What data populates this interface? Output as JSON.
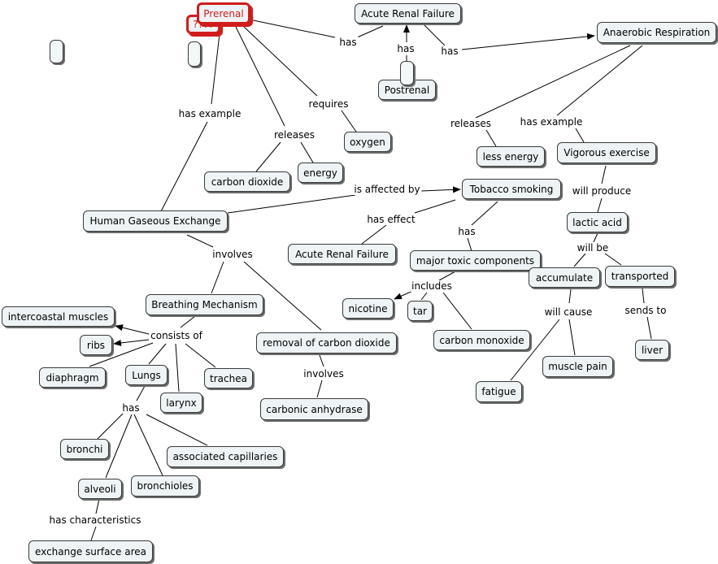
{
  "nodes": {
    "prerenal": "Prerenal",
    "unknown": "????",
    "empty_left": "",
    "empty_small": "",
    "acute_renal_failure_top": "Acute Renal Failure",
    "anaerobic_respiration": "Anaerobic Respiration",
    "postrenal": "Postrenal",
    "postrenal_overlay": "",
    "oxygen": "oxygen",
    "carbon_dioxide": "carbon dioxide",
    "energy": "energy",
    "less_energy": "less energy",
    "vigorous_exercise": "Vigorous exercise",
    "tobacco_smoking": "Tobacco smoking",
    "human_gaseous_exchange": "Human Gaseous Exchange",
    "lactic_acid": "lactic acid",
    "acute_renal_failure_mid": "Acute Renal Failure",
    "major_toxic_components": "major toxic components",
    "accumulate": "accumulate",
    "transported": "transported",
    "breathing_mechanism": "Breathing Mechanism",
    "nicotine": "nicotine",
    "tar": "tar",
    "intercoastal_muscles": "intercoastal muscles",
    "ribs": "ribs",
    "removal_of_carbon_dioxide": "removal of carbon dioxide",
    "carbon_monoxide": "carbon monoxide",
    "liver": "liver",
    "diaphragm": "diaphragm",
    "lungs": "Lungs",
    "trachea": "trachea",
    "muscle_pain": "muscle pain",
    "fatigue": "fatigue",
    "larynx": "larynx",
    "carbonic_anhydrase": "carbonic anhydrase",
    "bronchi": "bronchi",
    "associated_capillaries": "associated capillaries",
    "bronchioles": "bronchioles",
    "alveoli": "alveoli",
    "exchange_surface_area": "exchange surface area"
  },
  "labels": {
    "has_prerenal": "has",
    "has_postrenal": "has",
    "has_anaerobic": "has",
    "has_example_prerenal": "has example",
    "requires": "requires",
    "releases_prerenal": "releases",
    "releases_anaerobic": "releases",
    "has_example_anaerobic": "has example",
    "is_affected_by": "is affected by",
    "will_produce": "will produce",
    "has_effect": "has effect",
    "has_tobacco": "has",
    "will_be": "will be",
    "involves_hge": "involves",
    "includes": "includes",
    "consists_of": "consists of",
    "will_cause": "will cause",
    "sends_to": "sends to",
    "involves_removal": "involves",
    "has_lungs": "has",
    "has_characteristics": "has characteristics"
  },
  "colors": {
    "node_fill": "#eef4f5",
    "node_border": "#3a3a3a",
    "selected": "#d11c1c",
    "line": "#000000"
  }
}
